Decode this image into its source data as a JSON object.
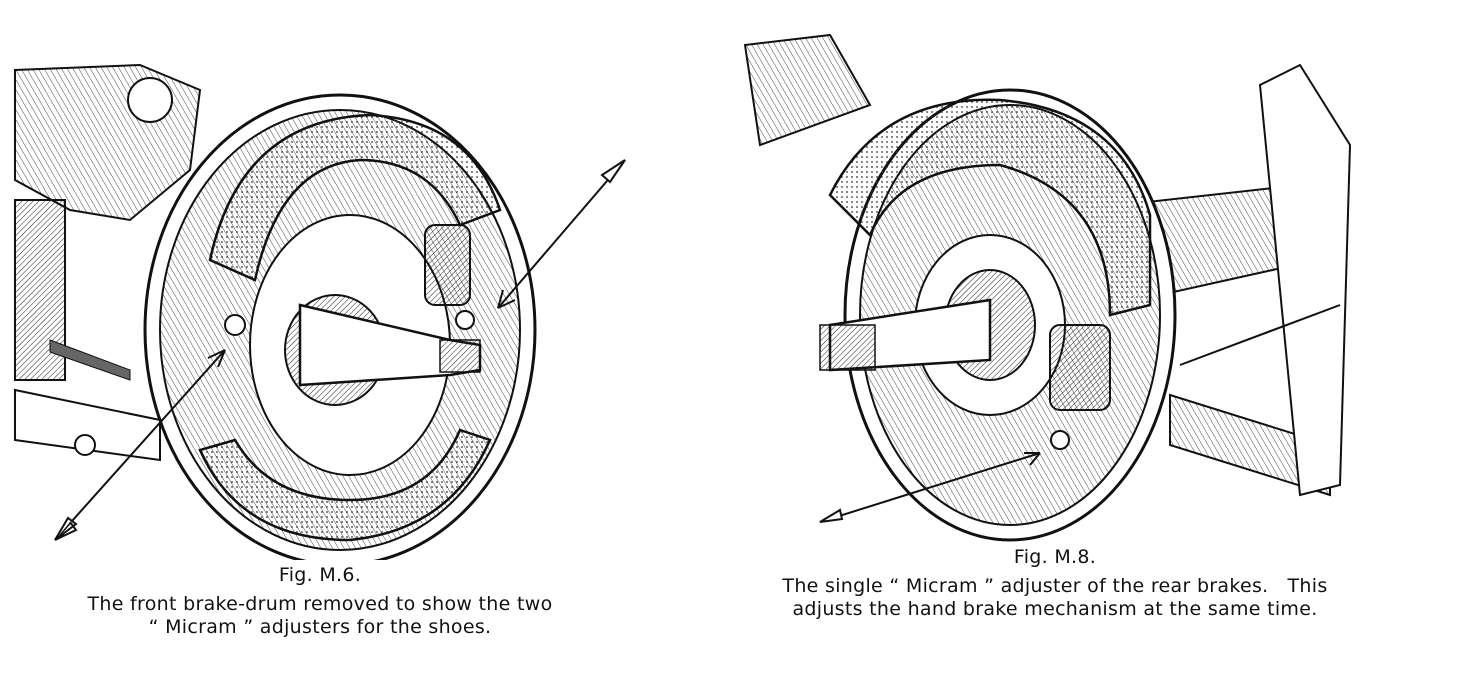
{
  "figures": [
    {
      "label": "Fig. M.6.",
      "caption_lines": [
        "The front brake-drum removed to show the two",
        "“ Micram ” adjusters for the shoes."
      ],
      "illustration": "front-brake-assembly"
    },
    {
      "label": "Fig. M.8.",
      "caption_lines": [
        "The single “ Micram ” adjuster of the rear brakes.   This",
        "adjusts the hand brake mechanism at the same time."
      ],
      "illustration": "rear-brake-assembly"
    }
  ]
}
